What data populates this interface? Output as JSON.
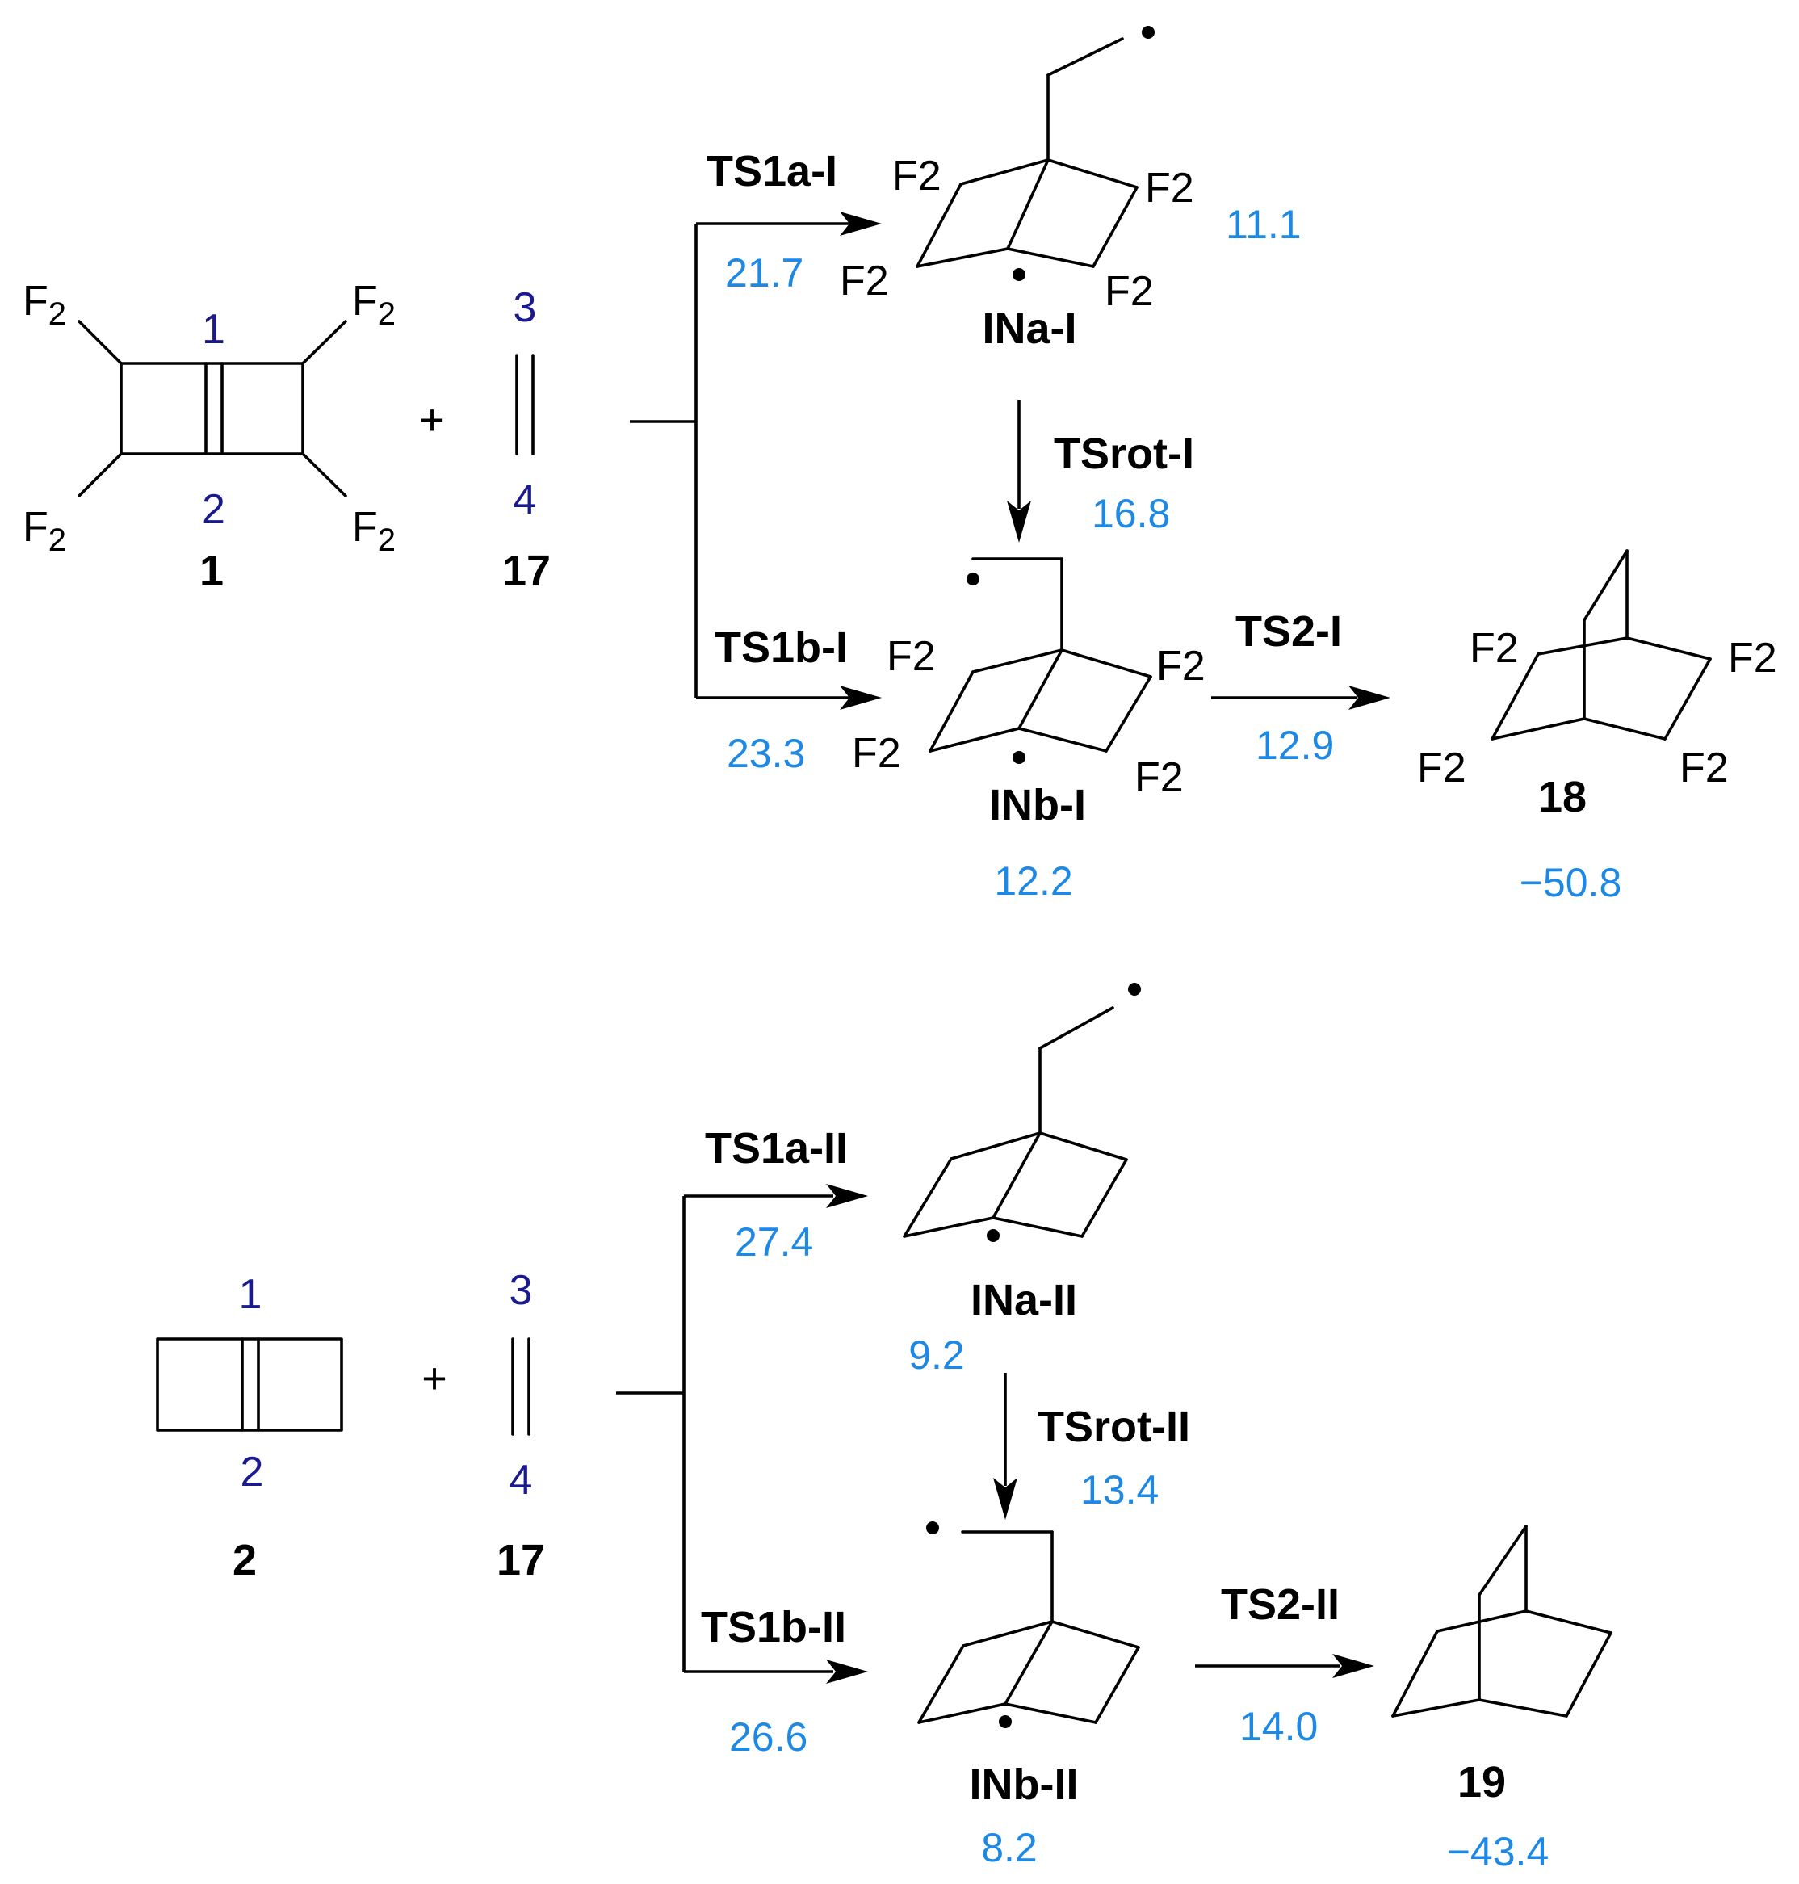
{
  "colors": {
    "bond": "#000000",
    "energy": "#1e88e5",
    "position": "#1a1a8c"
  },
  "scheme_I": {
    "reactant": {
      "label": "1",
      "pos_top": "1",
      "pos_bottom": "2",
      "sub_tl": "F",
      "sub_tl_n": "2",
      "sub_tr": "F",
      "sub_tr_n": "2",
      "sub_bl": "F",
      "sub_bl_n": "2",
      "sub_br": "F",
      "sub_br_n": "2"
    },
    "plus": "+",
    "ethylene": {
      "label": "17",
      "pos_top": "3",
      "pos_bottom": "4"
    },
    "ts1a": {
      "label": "TS1a-I",
      "energy": "21.7"
    },
    "ina": {
      "label": "INa-I",
      "energy": "11.1",
      "f_tl": "F2",
      "f_tr": "F2",
      "f_bl": "F2",
      "f_br": "F2"
    },
    "tsrot": {
      "label": "TSrot-I",
      "energy": "16.8"
    },
    "ts1b": {
      "label": "TS1b-I",
      "energy": "23.3"
    },
    "inb": {
      "label": "INb-I",
      "energy": "12.2",
      "f_tl": "F2",
      "f_tr": "F2",
      "f_bl": "F2",
      "f_br": "F2"
    },
    "ts2": {
      "label": "TS2-I",
      "energy": "12.9"
    },
    "product": {
      "label": "18",
      "energy": "−50.8",
      "f_tl": "F2",
      "f_tr": "F2",
      "f_bl": "F2",
      "f_br": "F2"
    }
  },
  "scheme_II": {
    "reactant": {
      "label": "2",
      "pos_top": "1",
      "pos_bottom": "2"
    },
    "plus": "+",
    "ethylene": {
      "label": "17",
      "pos_top": "3",
      "pos_bottom": "4"
    },
    "ts1a": {
      "label": "TS1a-II",
      "energy": "27.4"
    },
    "ina": {
      "label": "INa-II",
      "energy": "9.2"
    },
    "tsrot": {
      "label": "TSrot-II",
      "energy": "13.4"
    },
    "ts1b": {
      "label": "TS1b-II",
      "energy": "26.6"
    },
    "inb": {
      "label": "INb-II",
      "energy": "8.2"
    },
    "ts2": {
      "label": "TS2-II",
      "energy": "14.0"
    },
    "product": {
      "label": "19",
      "energy": "−43.4"
    }
  }
}
